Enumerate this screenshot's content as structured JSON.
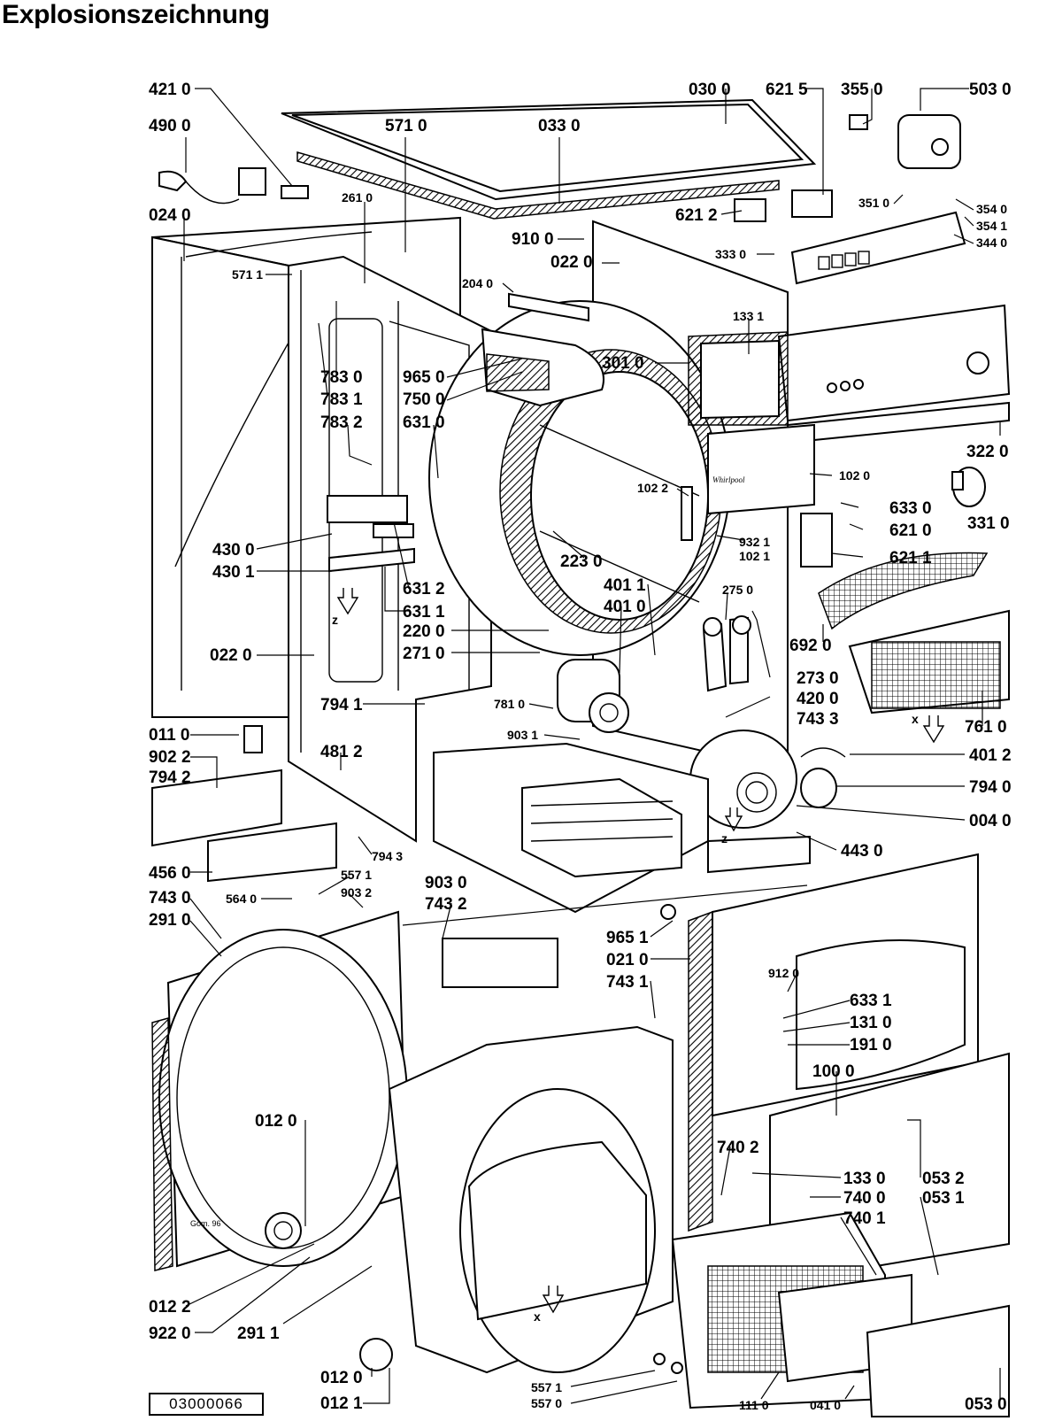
{
  "title": "Explosionszeichnung",
  "doc_ref": "03000066",
  "part_labels": [
    "421 0",
    "490 0",
    "024 0",
    "571 0",
    "030 0",
    "033 0",
    "621 5",
    "355 0",
    "503 0",
    "351 0",
    "354 0",
    "354 1",
    "344 0",
    "621 2",
    "333 0",
    "910 0",
    "022 0",
    "261 0",
    "571 1",
    "204 0",
    "133 1",
    "301 0",
    "965 0",
    "750 0",
    "783 0",
    "783 1",
    "783 2",
    "631 0",
    "322 0",
    "102 0",
    "102 2",
    "633 0",
    "621 0",
    "331 0",
    "932 1",
    "102 1",
    "621 1",
    "430 0",
    "430 1",
    "223 0",
    "631 2",
    "631 1",
    "401 1",
    "401 0",
    "275 0",
    "220 0",
    "271 0",
    "692 0",
    "022 0",
    "273 0",
    "420 0",
    "743 3",
    "761 0",
    "794 1",
    "781 0",
    "903 1",
    "011 0",
    "481 2",
    "902 2",
    "794 2",
    "401 2",
    "794 0",
    "004 0",
    "443 0",
    "794 3",
    "456 0",
    "557 1",
    "903 2",
    "903 0",
    "564 0",
    "743 0",
    "743 2",
    "291 0",
    "965 1",
    "021 0",
    "743 1",
    "912 0",
    "633 1",
    "131 0",
    "191 0",
    "100 0",
    "012 0",
    "740 2",
    "133 0",
    "053 2",
    "740 0",
    "053 1",
    "740 1",
    "012 2",
    "922 0",
    "291 1",
    "012 0",
    "012 1",
    "557 1",
    "557 0",
    "111 0",
    "041 0",
    "053 0"
  ],
  "markers": [
    "z",
    "z",
    "x",
    "x"
  ],
  "brand_mark": "Whirlpool",
  "engraving": "Gom. 96"
}
